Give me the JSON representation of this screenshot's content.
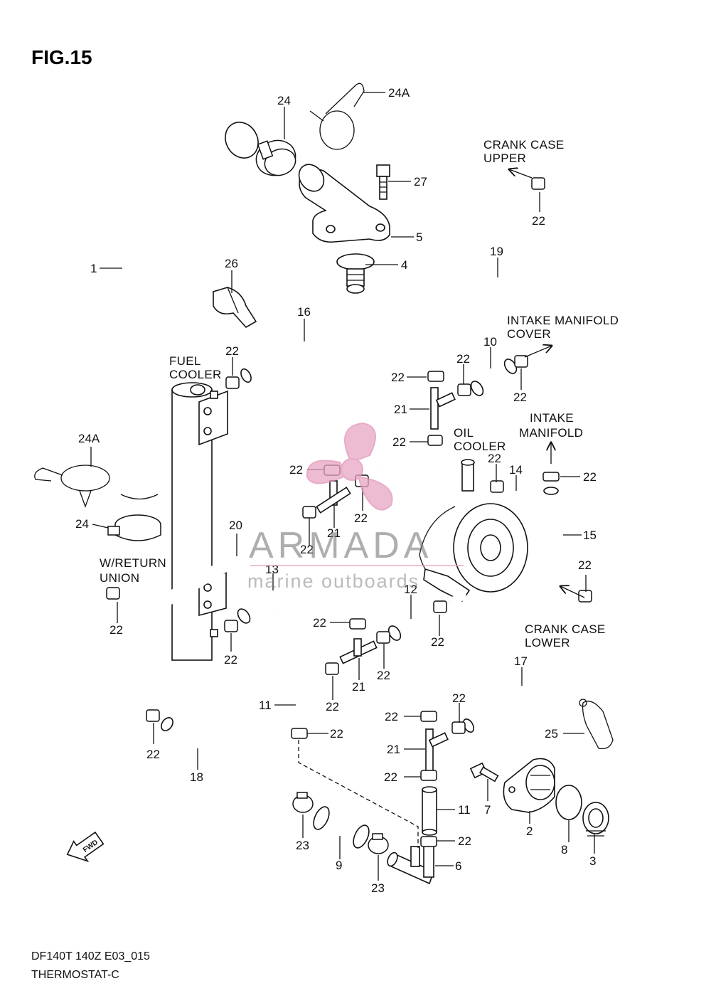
{
  "figure_title": "FIG.15",
  "labels": {
    "1": "1",
    "2": "2",
    "3": "3",
    "4": "4",
    "5": "5",
    "6": "6",
    "7": "7",
    "8": "8",
    "9": "9",
    "10": "10",
    "11": "11",
    "12": "12",
    "13": "13",
    "14": "14",
    "15": "15",
    "16": "16",
    "17": "17",
    "18": "18",
    "19": "19",
    "20": "20",
    "21": "21",
    "22": "22",
    "23": "23",
    "24": "24",
    "24A": "24A",
    "25": "25",
    "26": "26",
    "27": "27"
  },
  "callouts": {
    "crank_case_upper_1": "CRANK CASE",
    "crank_case_upper_2": "UPPER",
    "intake_manifold_cover_1": "INTAKE MANIFOLD",
    "intake_manifold_cover_2": "COVER",
    "intake_manifold_1": "INTAKE",
    "intake_manifold_2": "MANIFOLD",
    "oil_cooler_1": "OIL",
    "oil_cooler_2": "COOLER",
    "fuel_cooler_1": "FUEL",
    "fuel_cooler_2": "COOLER",
    "w_return_union_1": "W/RETURN",
    "w_return_union_2": "UNION",
    "crank_case_lower_1": "CRANK CASE",
    "crank_case_lower_2": "LOWER"
  },
  "fwd_label": "FWD",
  "watermark": {
    "brand": "ARMADA",
    "tagline": "marine outboards"
  },
  "footer": {
    "model": "DF140T 140Z E03_015",
    "section": "THERMOSTAT-C"
  },
  "colors": {
    "line": "#111111",
    "watermark_pink": "#e8a6c4"
  }
}
